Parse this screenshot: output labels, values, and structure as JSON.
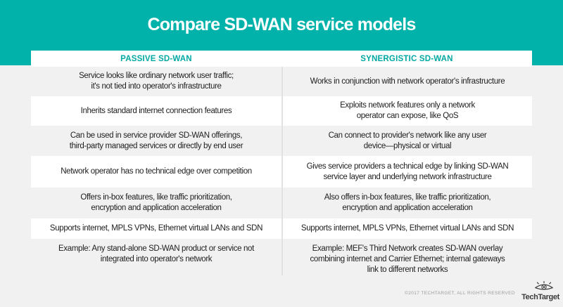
{
  "title": "Compare SD-WAN service models",
  "table": {
    "headers": {
      "left": "PASSIVE SD-WAN",
      "right": "SYNERGISTIC SD-WAN"
    },
    "rows": [
      {
        "left": "Service looks like ordinary network user traffic;\nit's not tied into operator's infrastructure",
        "right": "Works in conjunction with network operator's infrastructure"
      },
      {
        "left": "Inherits standard internet connection features",
        "right": "Exploits network features only a network\noperator can expose, like QoS"
      },
      {
        "left": "Can be used in service provider SD-WAN offerings,\nthird-party managed services or directly by end user",
        "right": "Can connect to provider's network like any user\ndevice—physical or virtual"
      },
      {
        "left": "Network operator has no technical edge over competition",
        "right": "Gives service providers a technical edge by linking SD-WAN\nservice layer and underlying network infrastructure"
      },
      {
        "left": "Offers in-box features, like traffic prioritization,\nencryption and application acceleration",
        "right": "Also offers in-box features, like traffic prioritization,\nencryption and application acceleration"
      },
      {
        "left": "Supports internet, MPLS VPNs, Ethernet virtual LANs and SDN",
        "right": "Supports internet, MPLS VPNs, Ethernet virtual LANs and SDN"
      },
      {
        "left": "Example: Any stand-alone SD-WAN product or service not\nintegrated into operator's network",
        "right": "Example: MEF's Third Network creates SD-WAN overlay\ncombining internet and Carrier Ethernet; internal gateways\nlink to different networks"
      }
    ]
  },
  "footer": {
    "copyright": "©2017 TECHTARGET, ALL RIGHTS RESERVED",
    "logo_text": "TechTarget",
    "logo_icon": "eye-icon"
  },
  "colors": {
    "accent_teal": "#00b2aa",
    "header_text_teal": "#00a8a2",
    "page_gray": "#f1f1f1",
    "row_white": "#ffffff",
    "divider_gray": "#e2e2e2",
    "body_text": "#1e1e1e",
    "copyright_gray": "#9c9c9c",
    "logo_dark": "#3b3b3b"
  }
}
